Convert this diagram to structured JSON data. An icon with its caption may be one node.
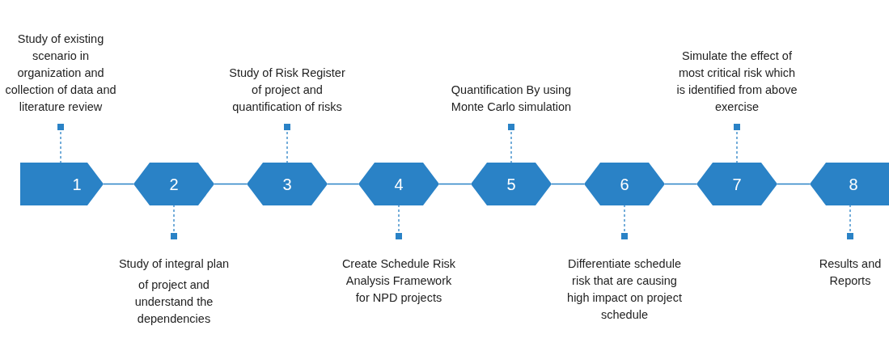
{
  "diagram": {
    "nodes": [
      {
        "text": [
          "1"
        ]
      },
      {
        "text": [
          "2"
        ]
      },
      {
        "text": [
          "3"
        ]
      },
      {
        "text": [
          "4"
        ]
      },
      {
        "text": [
          "5"
        ]
      },
      {
        "text": [
          "6"
        ]
      },
      {
        "text": [
          "7"
        ]
      },
      {
        "text": [
          "8"
        ]
      },
      {
        "text": [
          "Study of existing scenario in organization and collection of data and literature review"
        ]
      },
      {
        "text": [
          "Study of integral plan",
          "of project and understand the dependencies"
        ]
      },
      {
        "text": [
          "Study of Risk Register of project and quantification of risks"
        ]
      },
      {
        "text": [
          "Create Schedule Risk Analysis Framework for NPD projects"
        ]
      },
      {
        "text": [
          "Quantification By using Monte Carlo simulation"
        ]
      },
      {
        "text": [
          "Differentiate schedule risk that are causing high impact on project schedule"
        ]
      },
      {
        "text": [
          "Simulate the effect of most critical risk which is identified from above exercise"
        ]
      },
      {
        "text": [
          "Results and Reports"
        ]
      }
    ],
    "edges": [
      {
        "from": 0,
        "to": 1,
        "arrow": "none"
      },
      {
        "from": 1,
        "to": 2,
        "arrow": "none"
      },
      {
        "from": 2,
        "to": 3,
        "arrow": "none"
      },
      {
        "from": 3,
        "to": 4,
        "arrow": "none"
      },
      {
        "from": 4,
        "to": 5,
        "arrow": "none"
      },
      {
        "from": 5,
        "to": 6,
        "arrow": "none"
      },
      {
        "from": 6,
        "to": 7,
        "arrow": "none"
      },
      {
        "from": 8,
        "to": 0,
        "arrow": "other",
        "style": "dashed"
      },
      {
        "from": 9,
        "to": 1,
        "arrow": "other",
        "style": "dashed"
      },
      {
        "from": 10,
        "to": 2,
        "arrow": "other",
        "style": "dashed"
      },
      {
        "from": 11,
        "to": 3,
        "arrow": "other",
        "style": "dashed"
      },
      {
        "from": 12,
        "to": 4,
        "arrow": "other",
        "style": "dashed"
      },
      {
        "from": 13,
        "to": 5,
        "arrow": "other",
        "style": "dashed"
      },
      {
        "from": 14,
        "to": 6,
        "arrow": "other",
        "style": "dashed"
      },
      {
        "from": 15,
        "to": 7,
        "arrow": "other",
        "style": "dashed"
      }
    ]
  }
}
